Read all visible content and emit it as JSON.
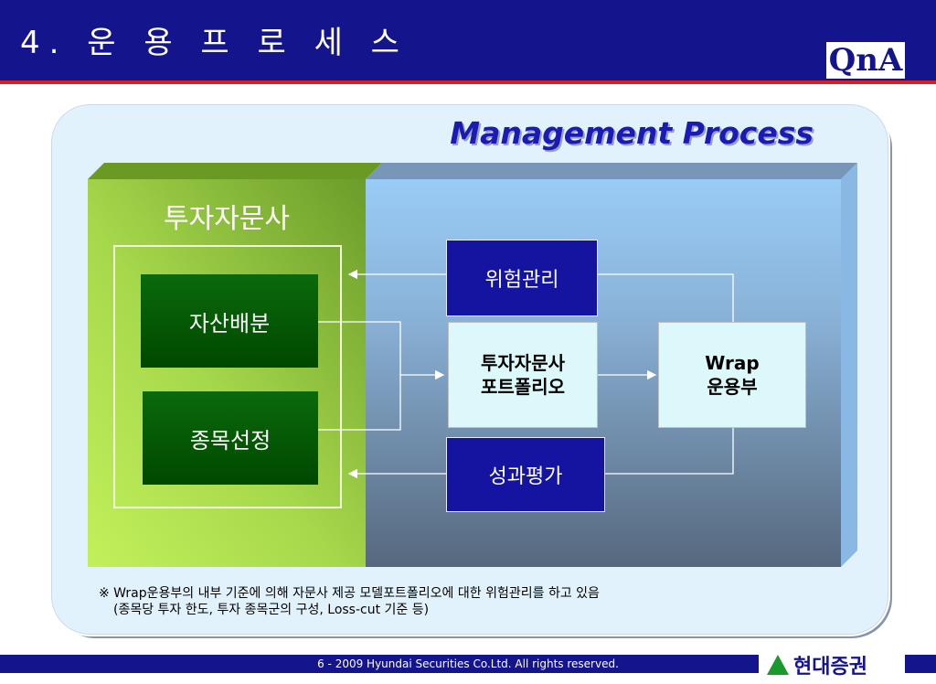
{
  "header": {
    "title": "4. 운 용 프 로 세 스",
    "logo_text": "QnA",
    "colors": {
      "bar": "#14148c",
      "accent_line": "#d81e1e"
    }
  },
  "panel": {
    "heading": "Management Process"
  },
  "diagram": {
    "advisor_title": "투자자문사",
    "asset_allocation": "자산배분",
    "stock_selection": "종목선정",
    "risk_management": "위험관리",
    "advisor_portfolio": {
      "line1": "투자자문사",
      "line2": "포트폴리오"
    },
    "wrap_dept": {
      "line1": "Wrap",
      "line2": "운용부"
    },
    "colors": {
      "green_block": "#005a00",
      "navy_block": "#1414a0",
      "cyan_block": "#dcf8fa"
    }
  },
  "footnote": {
    "line1": "※ Wrap운용부의 내부 기준에 의해 자문사 제공 모델포트폴리오에 대한 위험관리를 하고 있음",
    "line2": "(종목당 투자 한도, 투자 종목군의 구성, Loss-cut 기준 등)"
  },
  "footer": {
    "copyright": "6 - 2009 Hyundai Securities Co.Ltd. All rights reserved.",
    "brand": "현대증권",
    "brand_icon": "green-triangle-icon"
  }
}
